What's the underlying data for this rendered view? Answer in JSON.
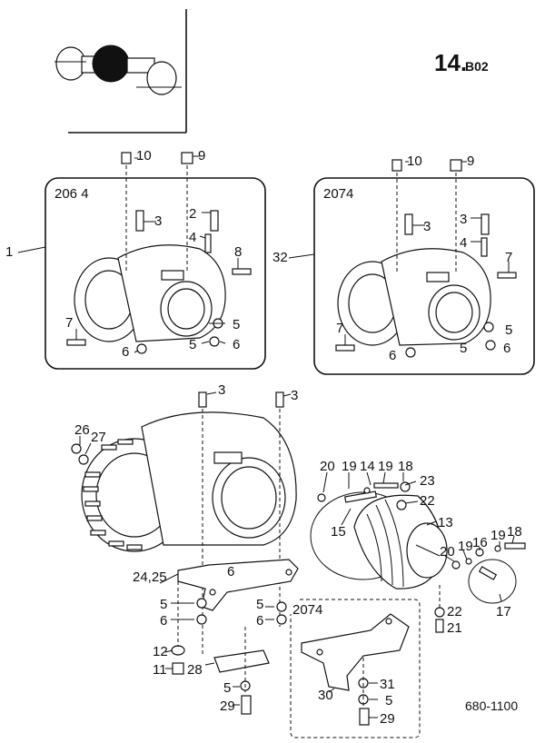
{
  "header": {
    "page_number": "14.",
    "page_suffix": "B02",
    "drawing_number": "680-1100"
  },
  "groups": {
    "left_box_code": "206 4",
    "right_box_code": "2074",
    "bottom_box_code": "2074"
  },
  "callouts": {
    "c1": "1",
    "c2": "2",
    "c3a": "3",
    "c4a": "4",
    "c5a": "5",
    "c5b": "5",
    "c6a": "6",
    "c6b": "6",
    "c7a": "7",
    "c8": "8",
    "c9a": "9",
    "c10a": "10",
    "c32": "32",
    "c3b": "3",
    "c3c": "3",
    "c4b": "4",
    "c5c": "5",
    "c5d": "5",
    "c6c": "6",
    "c6d": "6",
    "c7b": "7",
    "c7c": "7",
    "c9b": "9",
    "c10b": "10",
    "c3d": "3",
    "c3e": "3",
    "c26": "26",
    "c27": "27",
    "c20a": "20",
    "c19a": "19",
    "c14": "14",
    "c19b": "19",
    "c18a": "18",
    "c23": "23",
    "c22a": "22",
    "c15": "15",
    "c13": "13",
    "c20b": "20",
    "c19c": "19",
    "c16": "16",
    "c19d": "19",
    "c18b": "18",
    "c17": "17",
    "c24": "24,25",
    "c6e": "6",
    "c5e": "5",
    "c6f": "6",
    "c5f": "5",
    "c6g": "6",
    "c22b": "22",
    "c21": "21",
    "c12": "12",
    "c11": "11",
    "c28": "28",
    "c5g": "5",
    "c29a": "29",
    "c30": "30",
    "c31": "31",
    "c5h": "5",
    "c29b": "29"
  }
}
